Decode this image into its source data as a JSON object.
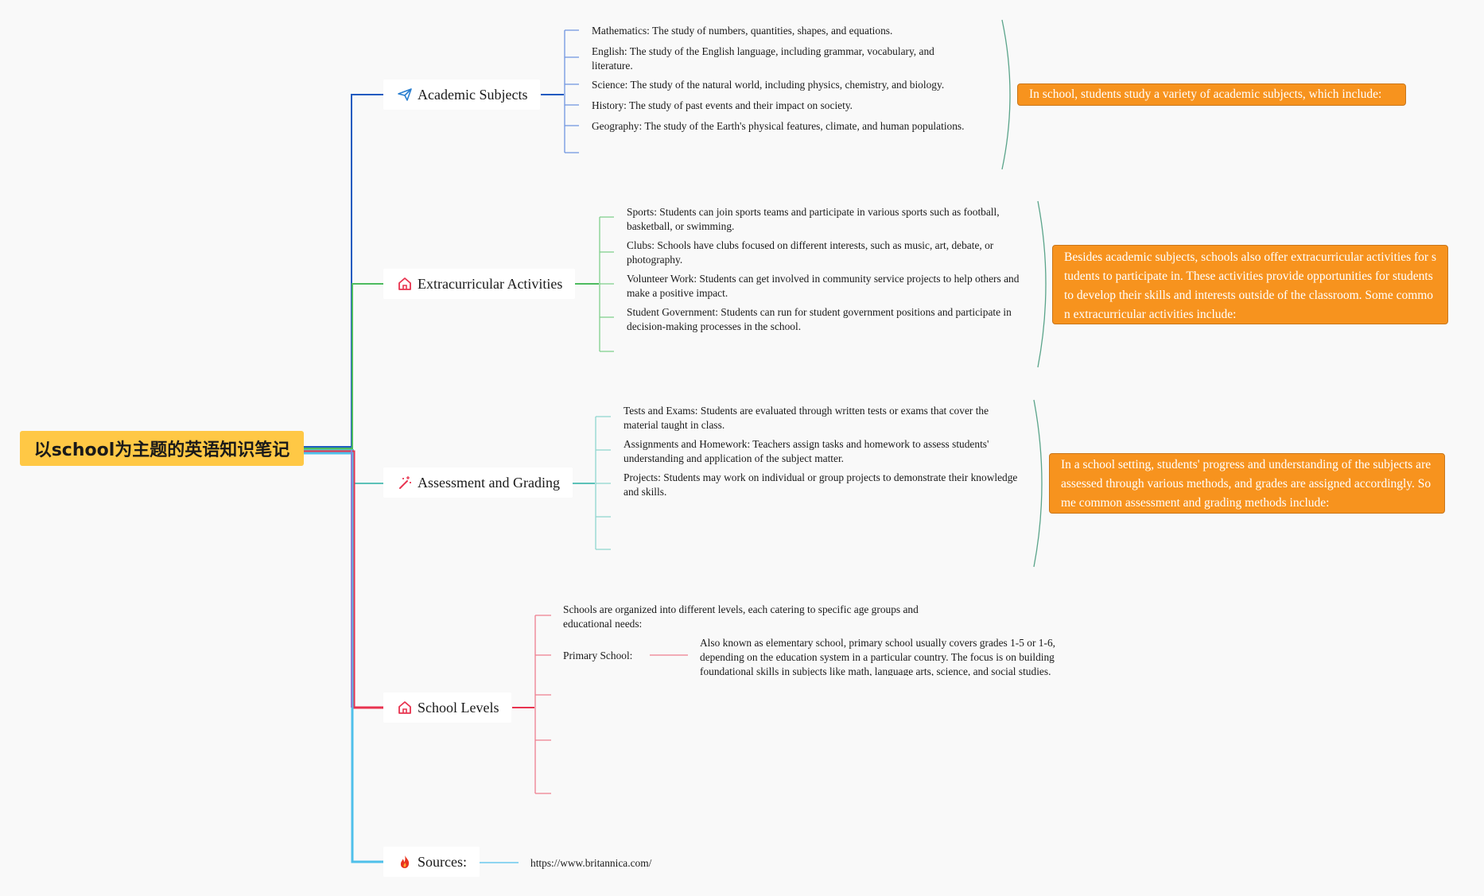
{
  "root": {
    "title": "以school为主题的英语知识笔记"
  },
  "branches": [
    {
      "label": "Academic Subjects",
      "icon": "paper-plane-icon",
      "color": "#1f5bc0",
      "note": "In school, students study a variety of academic subjects, which include:",
      "items": [
        "Mathematics: The study of numbers, quantities, shapes, and equations.",
        "English: The study of the English language, including grammar, vocabulary, and literature.",
        "Science: The study of the natural world, including physics, chemistry, and biology.",
        "History: The study of past events and their impact on society.",
        "Geography: The study of the Earth's physical features, climate, and human populations."
      ]
    },
    {
      "label": "Extracurricular Activities",
      "icon": "house-icon",
      "color": "#4dbb5f",
      "note": "Besides academic subjects, schools also offer extracurricular activities for students to participate in. These activities provide opportunities for students to develop their skills and interests outside of the classroom. Some common extracurricular activities include:",
      "items": [
        "Sports: Students can join sports teams and participate in various sports such as football, basketball, or swimming.",
        "Clubs: Schools have clubs focused on different interests, such as music, art, debate, or photography.",
        "Volunteer Work: Students can get involved in community service projects to help others and make a positive impact.",
        "Student Government: Students can run for student government positions and participate in decision-making processes in the school."
      ]
    },
    {
      "label": "Assessment and Grading",
      "icon": "magic-wand-icon",
      "color": "#5cc2b8",
      "note": "In a school setting, students' progress and understanding of the subjects are assessed through various methods, and grades are assigned accordingly. Some common assessment and grading methods include:",
      "items": [
        "Tests and Exams: Students are evaluated through written tests or exams that cover the material taught in class.",
        "Assignments and Homework: Teachers assign tasks and homework to assess students' understanding and application of the subject matter.",
        "Projects: Students may work on individual or group projects to demonstrate their knowledge and skills."
      ]
    },
    {
      "label": "School Levels",
      "icon": "house-icon",
      "color": "#e8334f",
      "items": [
        "Schools are organized into different levels, each catering to specific age groups and educational needs:",
        "Primary School:"
      ],
      "sub_note": "Also known as elementary school, primary school usually covers grades 1-5 or 1-6, depending on the education system in a particular country. The focus is on building foundational skills in subjects like math, language arts, science, and social studies."
    },
    {
      "label": "Sources:",
      "icon": "fire-icon",
      "color": "#4fc0ea",
      "items": [
        "https://www.britannica.com/"
      ]
    }
  ]
}
